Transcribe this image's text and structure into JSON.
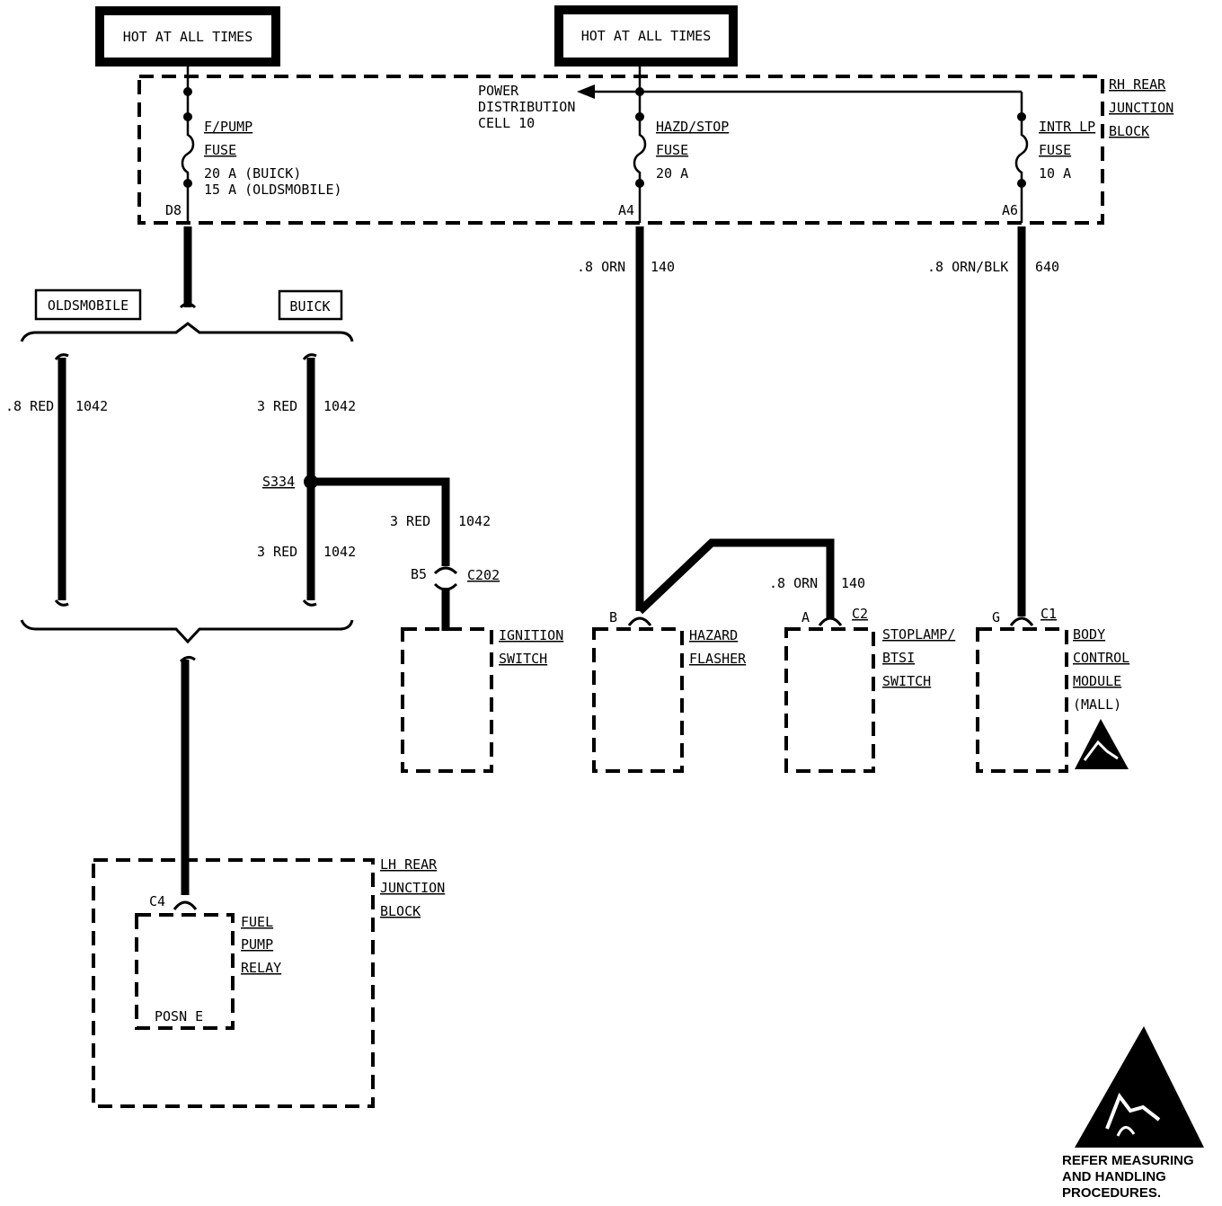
{
  "hot_left": "HOT AT ALL TIMES",
  "hot_mid": "HOT AT ALL TIMES",
  "power_distribution": [
    "POWER",
    "DISTRIBUTION",
    "CELL 10"
  ],
  "rh_block": [
    "RH REAR",
    "JUNCTION",
    "BLOCK"
  ],
  "fuse_fpump": {
    "name": "F/PUMP",
    "fuse": "FUSE",
    "rating1": "20 A (BUICK)",
    "rating2": "15 A (OLDSMOBILE)",
    "terminal": "D8"
  },
  "fuse_hazd": {
    "name": "HAZD/STOP",
    "fuse": "FUSE",
    "rating": "20 A",
    "terminal": "A4"
  },
  "fuse_intr": {
    "name": "INTR LP",
    "fuse": "FUSE",
    "rating": "10 A",
    "terminal": "A6"
  },
  "wire_140_top": {
    "gauge": ".8 ORN",
    "circuit": "140"
  },
  "wire_640": {
    "gauge": ".8 ORN/BLK",
    "circuit": "640"
  },
  "olds_label": "OLDSMOBILE",
  "buick_label": "BUICK",
  "olds_wire": {
    "gauge": ".8 RED",
    "circuit": "1042"
  },
  "buick_wire_top": {
    "gauge": "3 RED",
    "circuit": "1042"
  },
  "buick_wire_bottom": {
    "gauge": "3 RED",
    "circuit": "1042"
  },
  "splice": "S334",
  "ign_wire": {
    "gauge": "3 RED",
    "circuit": "1042"
  },
  "c202": {
    "pin": "B5",
    "connector": "C202"
  },
  "ignition_switch": [
    "IGNITION",
    "SWITCH"
  ],
  "hazard_flasher": {
    "pin": "B",
    "lines": [
      "HAZARD",
      "FLASHER"
    ]
  },
  "wire_140_stop": {
    "gauge": ".8 ORN",
    "circuit": "140"
  },
  "stoplamp": {
    "pin": "A",
    "connector": "C2",
    "lines": [
      "STOPLAMP/",
      "BTSI",
      "SWITCH"
    ]
  },
  "bcm": {
    "pin": "G",
    "connector": "C1",
    "lines": [
      "BODY",
      "CONTROL",
      "MODULE",
      "(MALL)"
    ]
  },
  "lh_block": [
    "LH REAR",
    "JUNCTION",
    "BLOCK"
  ],
  "fuel_pump_relay": {
    "pin": "C4",
    "lines": [
      "FUEL",
      "PUMP",
      "RELAY"
    ],
    "position": "POSN E"
  },
  "esd_note": [
    "REFER MEASURING",
    "AND HANDLING",
    "PROCEDURES."
  ],
  "icons": [
    "esd-warning-icon",
    "esd-warning-small-icon"
  ]
}
